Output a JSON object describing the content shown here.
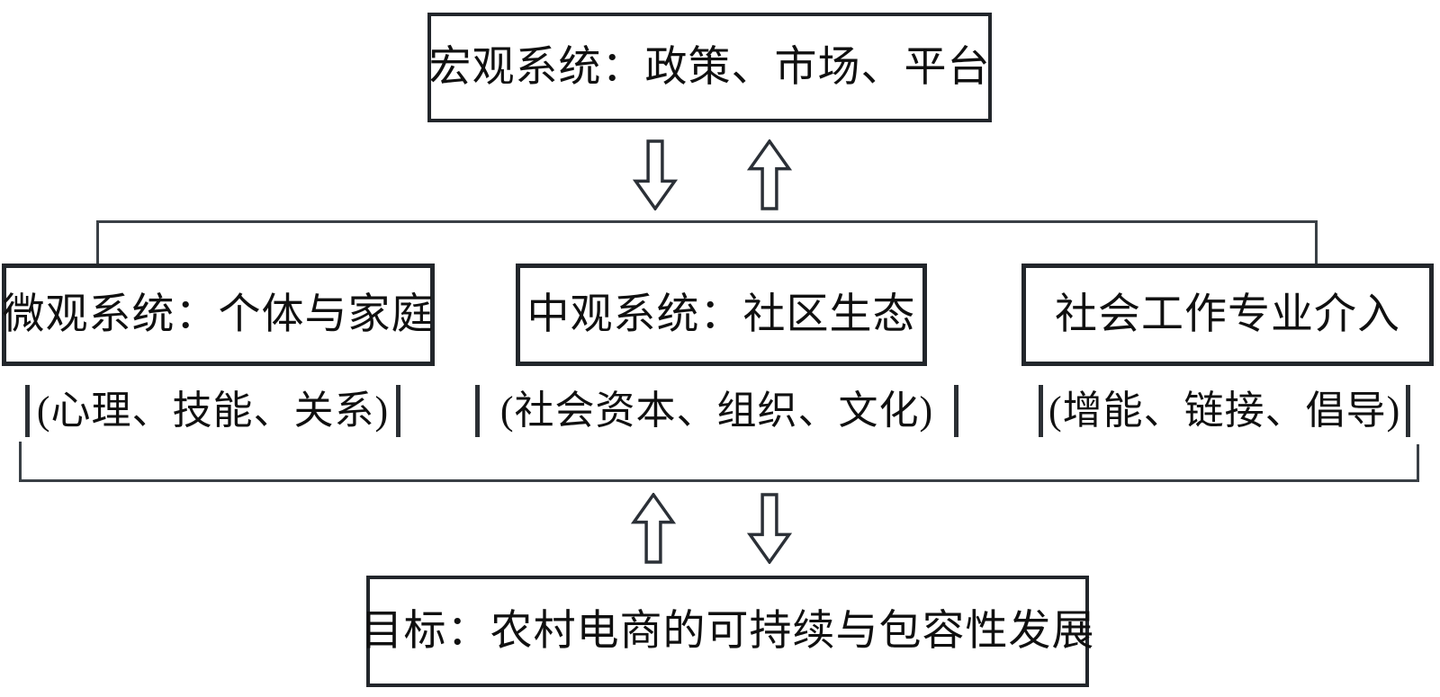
{
  "diagram": {
    "macro": {
      "label": "宏观系统：政策、市场、平台"
    },
    "micro": {
      "label": "微观系统：个体与家庭",
      "detail": "(心理、技能、关系)"
    },
    "meso": {
      "label": "中观系统：社区生态",
      "detail": "(社会资本、组织、文化)"
    },
    "social_work": {
      "label": "社会工作专业介入",
      "detail": "(增能、链接、倡导)"
    },
    "goal": {
      "label": "目标：农村电商的可持续与包容性发展"
    },
    "colors": {
      "box_border": "#22262b",
      "connector_line": "#3a4046",
      "arrow_outline": "#2b3037",
      "text": "#101010",
      "background": "#ffffff"
    }
  }
}
